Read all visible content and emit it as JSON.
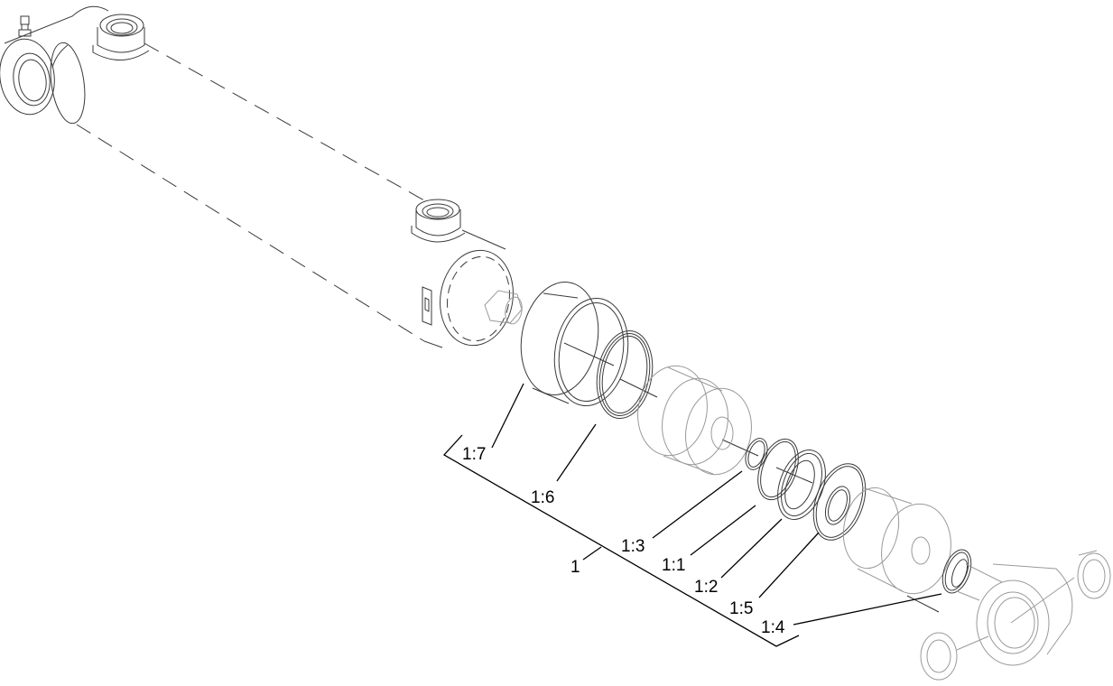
{
  "diagram": {
    "type": "exploded-parts-view",
    "subject": "hydraulic-cylinder",
    "colors": {
      "background": "#ffffff",
      "linework": "#3a3a3a",
      "faded_linework": "#9a9a9a",
      "leaders": "#000000"
    },
    "callouts": [
      {
        "id": "c1",
        "text": "1",
        "part": "cylinder-seal-kit-assembly"
      },
      {
        "id": "c1_1",
        "text": "1:1",
        "part": "seal-ring"
      },
      {
        "id": "c1_2",
        "text": "1:2",
        "part": "seal-ring"
      },
      {
        "id": "c1_3",
        "text": "1:3",
        "part": "o-ring-small"
      },
      {
        "id": "c1_4",
        "text": "1:4",
        "part": "rod-wiper-seal"
      },
      {
        "id": "c1_5",
        "text": "1:5",
        "part": "back-up-washer"
      },
      {
        "id": "c1_6",
        "text": "1:6",
        "part": "o-ring-large"
      },
      {
        "id": "c1_7",
        "text": "1:7",
        "part": "wear-band"
      }
    ]
  }
}
